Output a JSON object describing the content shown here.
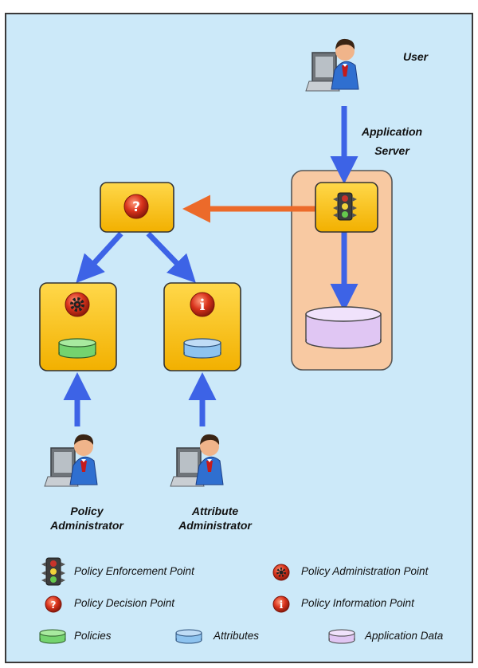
{
  "labels": {
    "user": "User",
    "app_server_line1": "Application",
    "app_server_line2": "Server",
    "policy_admin_line1": "Policy",
    "policy_admin_line2": "Administrator",
    "attr_admin_line1": "Attribute",
    "attr_admin_line2": "Administrator"
  },
  "legend": {
    "pep": "Policy Enforcement Point",
    "pap": "Policy Administration Point",
    "pdp": "Policy Decision Point",
    "pip": "Policy Information Point",
    "policies": "Policies",
    "attributes": "Attributes",
    "app_data": "Application Data"
  },
  "colors": {
    "background": "#cce9f9",
    "component_box": "#f9c316",
    "server_box": "#f8c9a2",
    "arrow_blue": "#3d63e6",
    "arrow_orange": "#ec6a2a",
    "policies_db": "#74d36f",
    "attributes_db": "#8ec3ef",
    "app_data_db": "#e0c6f3",
    "icon_red": "#d8321b"
  },
  "icons": {
    "pep": "traffic-light-icon",
    "pdp": "question-mark-icon",
    "pap": "gear-icon",
    "pip": "info-icon",
    "user": "user-at-computer-icon"
  }
}
